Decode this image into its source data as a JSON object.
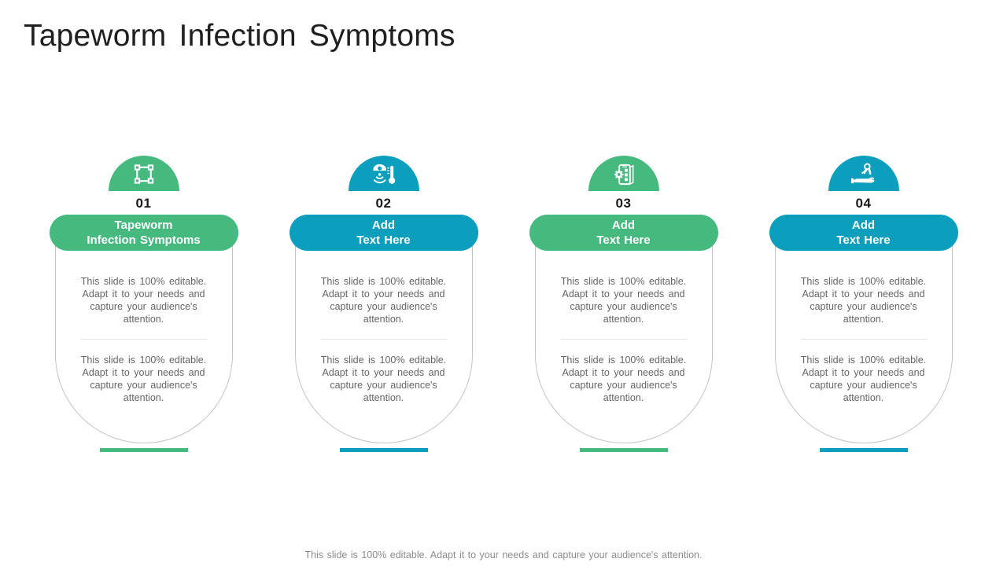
{
  "slide": {
    "title": "Tapeworm Infection Symptoms",
    "footer": "This slide is 100% editable. Adapt it to your needs and capture your audience's attention.",
    "colors": {
      "green": "#45b97e",
      "teal": "#0b9fbd"
    }
  },
  "columns": [
    {
      "number": "01",
      "accent": "#45b97e",
      "icon": "frame-nodes",
      "heading_line1": "Tapeworm",
      "heading_line2": "Infection Symptoms",
      "body1": "This slide is 100% editable. Adapt it to your needs and capture your audience's attention.",
      "body2": "This slide is 100% editable. Adapt it to your needs and capture your audience's attention."
    },
    {
      "number": "02",
      "accent": "#0b9fbd",
      "icon": "sensor-thermometer",
      "heading_line1": "Add",
      "heading_line2": "Text Here",
      "body1": "This slide is 100% editable. Adapt it to your needs and capture your audience's attention.",
      "body2": "This slide is 100% editable. Adapt it to your needs and capture your audience's attention."
    },
    {
      "number": "03",
      "accent": "#45b97e",
      "icon": "phone-gear",
      "heading_line1": "Add",
      "heading_line2": "Text Here",
      "body1": "This slide is 100% editable. Adapt it to your needs and capture your audience's attention.",
      "body2": "This slide is 100% editable. Adapt it to your needs and capture your audience's attention."
    },
    {
      "number": "04",
      "accent": "#0b9fbd",
      "icon": "hand-keys",
      "heading_line1": "Add",
      "heading_line2": "Text Here",
      "body1": "This slide is 100% editable. Adapt it to your needs and capture your audience's attention.",
      "body2": "This slide is 100% editable. Adapt it to your needs and capture your audience's attention."
    }
  ]
}
